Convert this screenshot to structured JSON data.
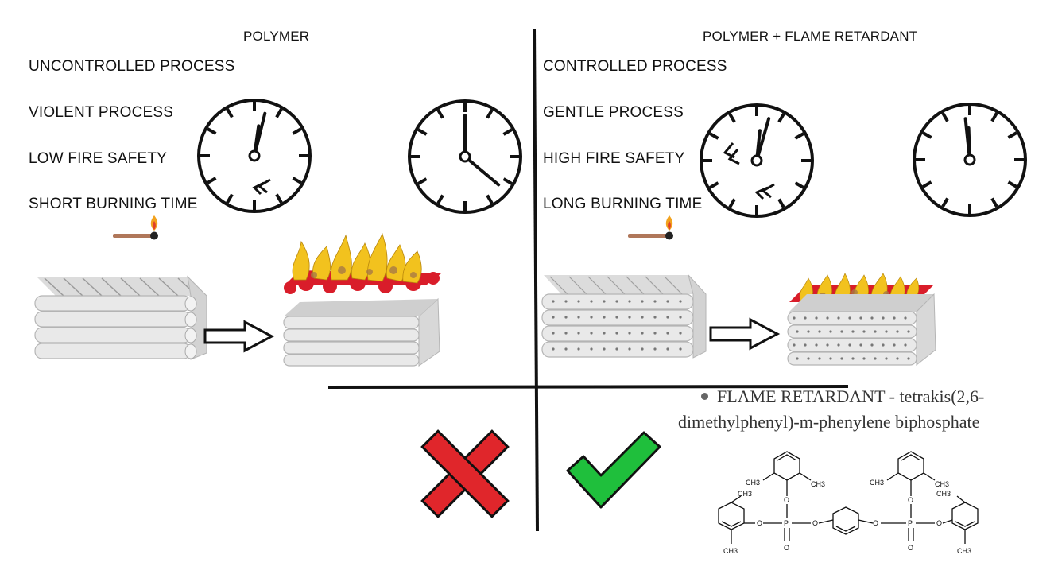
{
  "left": {
    "title": "POLYMER",
    "properties": [
      "UNCONTROLLED PROCESS",
      "VIOLENT PROCESS",
      "LOW FIRE SAFETY",
      "SHORT BURNING TIME"
    ]
  },
  "right": {
    "title": "POLYMER + FLAME RETARDANT",
    "properties": [
      "CONTROLLED PROCESS",
      "GENTLE PROCESS",
      "HIGH FIRE SAFETY",
      "LONG BURNING TIME"
    ]
  },
  "flame_retardant": {
    "line1": "FLAME RETARDANT - tetrakis(2,6-",
    "line2": "dimethylphenyl)-m-phenylene biphosphate"
  },
  "chemistry": {
    "methyl": "CH3",
    "oxygen": "O",
    "phosphorus": "P"
  },
  "colors": {
    "cross": "#e0262b",
    "check": "#1fbf3c",
    "fire_red": "#d91d2a",
    "flame_yellow": "#f2c21e",
    "fiber": "#e6e6e6"
  }
}
